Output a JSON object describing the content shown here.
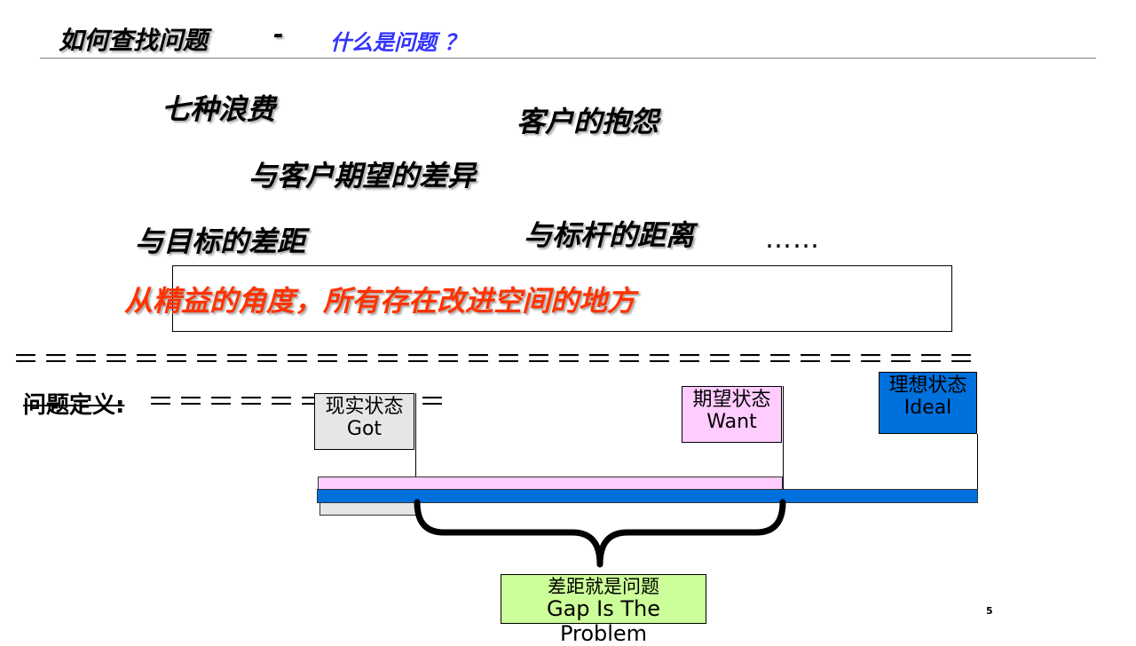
{
  "header": {
    "title": "如何查找问题",
    "dash": "-",
    "subtitle": "什么是问题 ？"
  },
  "keywords": {
    "seven_wastes": "七种浪费",
    "customer_complaints": "客户的抱怨",
    "customer_expectation_gap": "与客户期望的差异",
    "target_gap": "与目标的差距",
    "benchmark_gap": "与标杆的距离",
    "ellipsis": "……"
  },
  "lean_statement": "从精益的角度，所有存在改进空间的地方",
  "separator_line": "＝＝＝＝＝＝＝＝＝＝＝＝＝＝＝＝＝＝＝＝＝＝＝＝＝＝＝＝＝＝＝＝",
  "definition": {
    "label": "问题定义:",
    "dashes": "＝＝＝＝＝＝＝＝＝＝"
  },
  "states": {
    "got": {
      "cn": "现实状态",
      "en": "Got"
    },
    "want": {
      "cn": "期望状态",
      "en": "Want"
    },
    "ideal": {
      "cn": "理想状态",
      "en": "Ideal"
    }
  },
  "gap": {
    "cn": "差距就是问题",
    "en": "Gap Is The Problem"
  },
  "page_number": "5",
  "colors": {
    "subtitle": "#3333ff",
    "lean_statement": "#ff3300",
    "got_fill": "#e6e6e6",
    "want_fill": "#ffccff",
    "ideal_fill": "#0070dd",
    "gap_fill": "#ccff99"
  }
}
